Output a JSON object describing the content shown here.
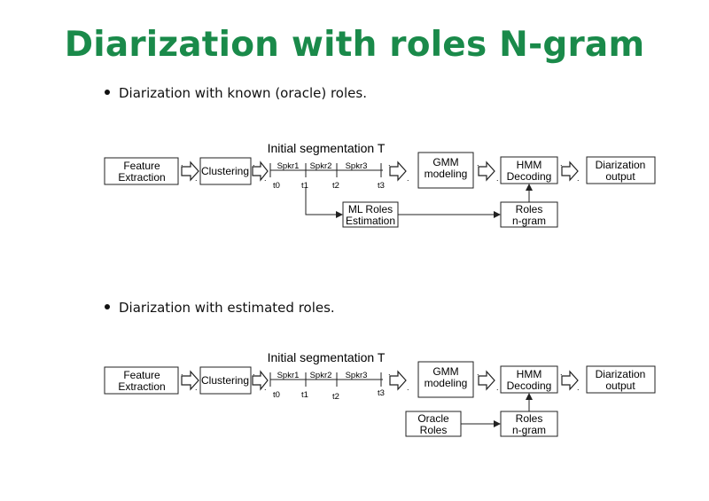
{
  "title": "Diarization with roles N-gram",
  "bullets": [
    "Diarization with known (oracle) roles.",
    "Diarization with estimated roles."
  ],
  "diagram1": {
    "feature_l1": "Feature",
    "feature_l2": "Extraction",
    "clustering": "Clustering",
    "seg_title": "Initial segmentation T",
    "spkr1": "Spkr1",
    "spkr2": "Spkr2",
    "spkr3": "Spkr3",
    "t0": "t0",
    "t1": "t1",
    "t2": "t2",
    "t3": "t3",
    "gmm_l1": "GMM",
    "gmm_l2": "modeling",
    "hmm_l1": "HMM",
    "hmm_l2": "Decoding",
    "out_l1": "Diarization",
    "out_l2": "output",
    "ml_l1": "ML Roles",
    "ml_l2": "Estimation",
    "roles_l1": "Roles",
    "roles_l2": "n-gram"
  },
  "diagram2": {
    "feature_l1": "Feature",
    "feature_l2": "Extraction",
    "clustering": "Clustering",
    "seg_title": "Initial segmentation T",
    "spkr1": "Spkr1",
    "spkr2": "Spkr2",
    "spkr3": "Spkr3",
    "t0": "t0",
    "t1": "t1",
    "t2": "t2",
    "t3": "t3",
    "gmm_l1": "GMM",
    "gmm_l2": "modeling",
    "hmm_l1": "HMM",
    "hmm_l2": "Decoding",
    "out_l1": "Diarization",
    "out_l2": "output",
    "oracle_l1": "Oracle",
    "oracle_l2": "Roles",
    "roles_l1": "Roles",
    "roles_l2": "n-gram"
  }
}
